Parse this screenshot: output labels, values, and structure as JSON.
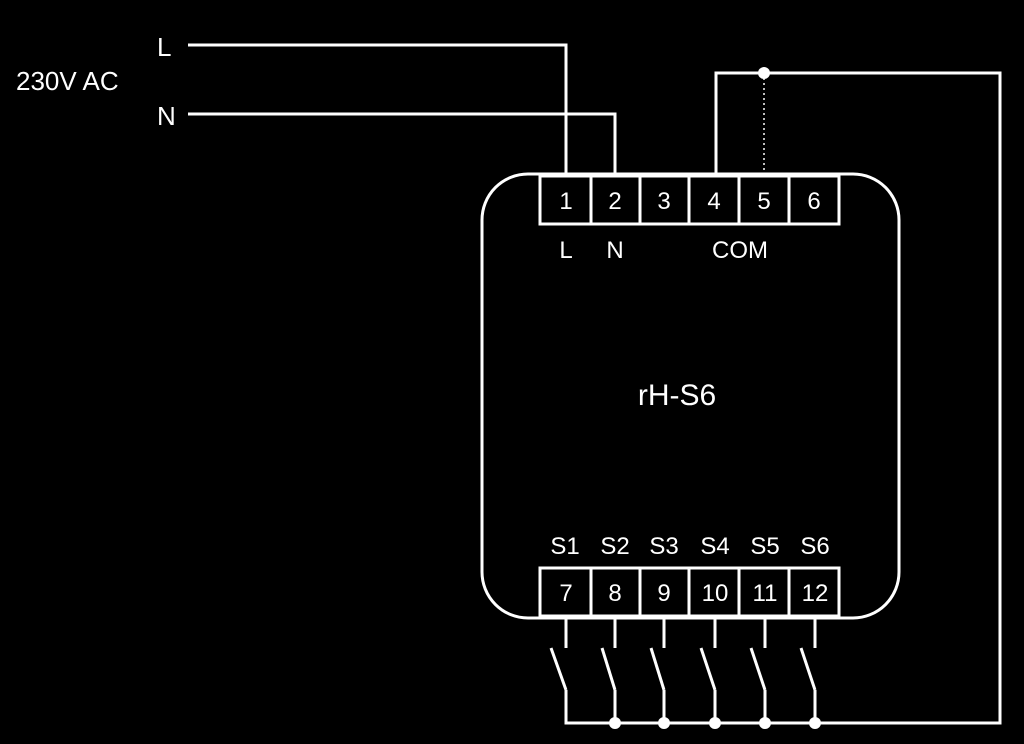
{
  "supply": {
    "label": "230V AC",
    "l_line": "L",
    "n_line": "N"
  },
  "device": {
    "name": "rH-S6"
  },
  "top_terminals": {
    "numbers": [
      "1",
      "2",
      "3",
      "4",
      "5",
      "6"
    ],
    "labels": {
      "t1": "L",
      "t2": "N",
      "t45": "COM"
    }
  },
  "bottom_terminals": {
    "numbers": [
      "7",
      "8",
      "9",
      "10",
      "11",
      "12"
    ],
    "labels": [
      "S1",
      "S2",
      "S3",
      "S4",
      "S5",
      "S6"
    ]
  },
  "colors": {
    "background": "#000000",
    "line": "#ffffff"
  }
}
